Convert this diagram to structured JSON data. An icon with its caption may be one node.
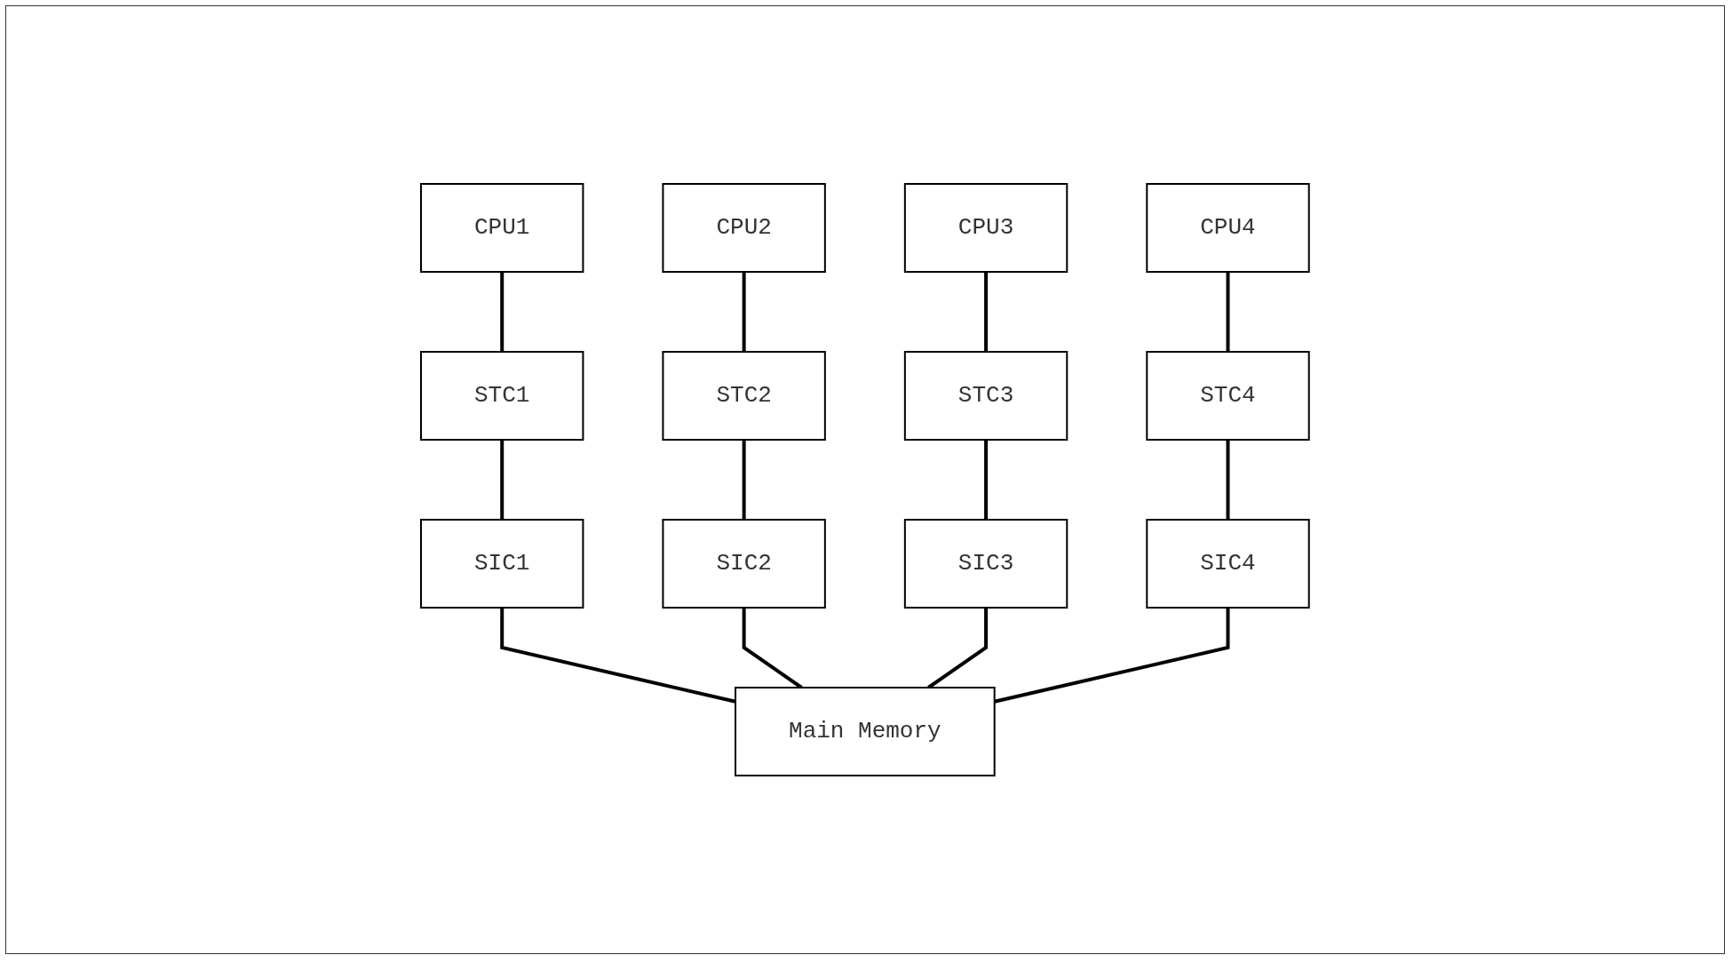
{
  "diagram": {
    "nodes": [
      {
        "text": [
          "CPU1"
        ]
      },
      {
        "text": [
          "CPU2"
        ]
      },
      {
        "text": [
          "CPU3"
        ]
      },
      {
        "text": [
          "CPU4"
        ]
      },
      {
        "text": [
          "STC1"
        ]
      },
      {
        "text": [
          "STC2"
        ]
      },
      {
        "text": [
          "STC3"
        ]
      },
      {
        "text": [
          "STC4"
        ]
      },
      {
        "text": [
          "SIC1"
        ]
      },
      {
        "text": [
          "SIC2"
        ]
      },
      {
        "text": [
          "SIC3"
        ]
      },
      {
        "text": [
          "SIC4"
        ]
      },
      {
        "text": [
          "Main Memory"
        ]
      }
    ],
    "edges": [
      {
        "from": 0,
        "to": 4,
        "arrow": "none"
      },
      {
        "from": 1,
        "to": 5,
        "arrow": "none"
      },
      {
        "from": 2,
        "to": 6,
        "arrow": "none"
      },
      {
        "from": 3,
        "to": 7,
        "arrow": "none"
      },
      {
        "from": 4,
        "to": 8,
        "arrow": "none"
      },
      {
        "from": 5,
        "to": 9,
        "arrow": "none"
      },
      {
        "from": 6,
        "to": 10,
        "arrow": "none"
      },
      {
        "from": 7,
        "to": 11,
        "arrow": "none"
      },
      {
        "from": 8,
        "to": 12,
        "arrow": "none"
      },
      {
        "from": 9,
        "to": 12,
        "arrow": "none"
      },
      {
        "from": 10,
        "to": 12,
        "arrow": "none"
      },
      {
        "from": 11,
        "to": 12,
        "arrow": "none"
      }
    ]
  }
}
